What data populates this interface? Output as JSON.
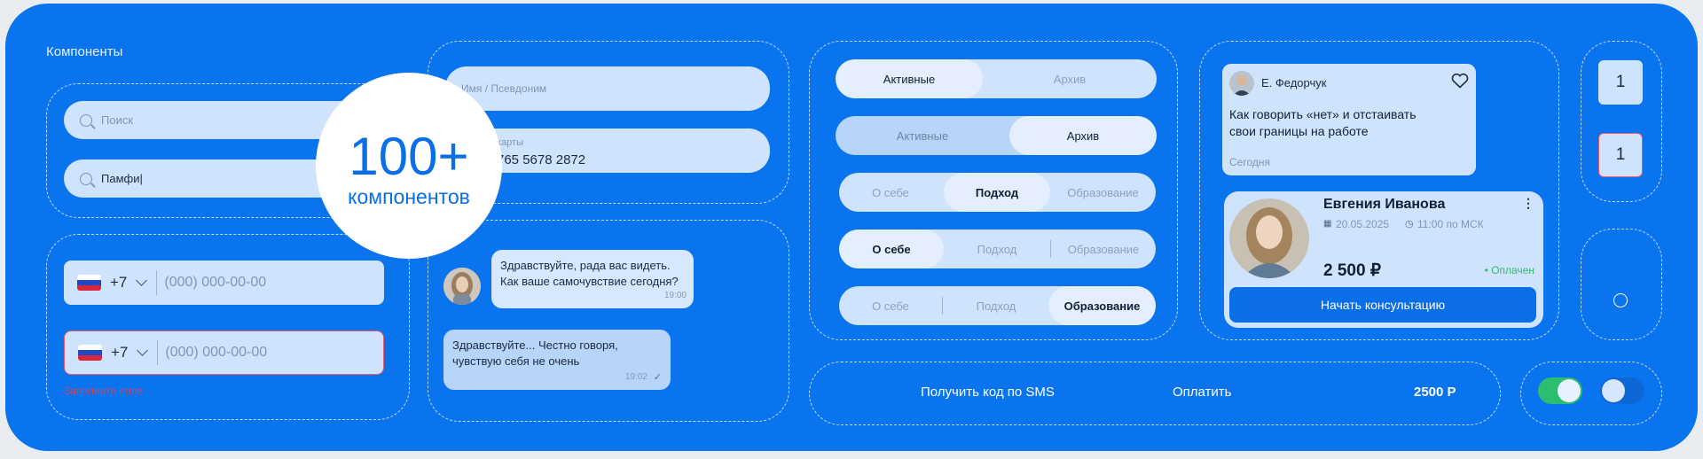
{
  "section_title": "Компоненты",
  "search": {
    "placeholder": "Поиск",
    "typed_value": "Памфи|"
  },
  "badge": {
    "number": "100+",
    "label": "компонентов"
  },
  "phone": {
    "code": "+7",
    "placeholder": "(000) 000-00-00",
    "error_text": "Заполните поле"
  },
  "name_field": {
    "placeholder": "Имя / Псевдоним"
  },
  "card_field": {
    "label": "карты",
    "value": "765 5678 2872"
  },
  "chat": {
    "incoming": {
      "line1": "Здравствуйте, рада вас видеть.",
      "line2": "Как ваше самочувствие сегодня?",
      "time": "19:00"
    },
    "outgoing": {
      "line1": "Здравствуйте... Честно говоря,",
      "line2": "чувствую себя не очень",
      "time": "19:02"
    }
  },
  "tabs": {
    "active": "Активные",
    "archive": "Архив"
  },
  "segments": {
    "about": "О себе",
    "approach": "Подход",
    "education": "Образование"
  },
  "article": {
    "author": "Е. Федорчук",
    "title_line1": "Как говорить «нет» и отстаивать",
    "title_line2": "свои границы на работе",
    "date": "Сегодня"
  },
  "consultation": {
    "name": "Евгения Иванова",
    "date": "20.05.2025",
    "time": "11:00 по МСК",
    "price": "2 500 ₽",
    "status": "• Оплачен",
    "button": "Начать консультацию"
  },
  "bottom_bar": {
    "sms": "Получить код по SMS",
    "pay": "Оплатить",
    "amount": "2500 Р"
  },
  "counters": {
    "first": "1",
    "second": "1"
  },
  "colors": {
    "brand_blue": "#0a74ee",
    "field_blue": "#cfe3fd",
    "error_red": "#ee5a66",
    "success_green": "#2dbd6e"
  }
}
